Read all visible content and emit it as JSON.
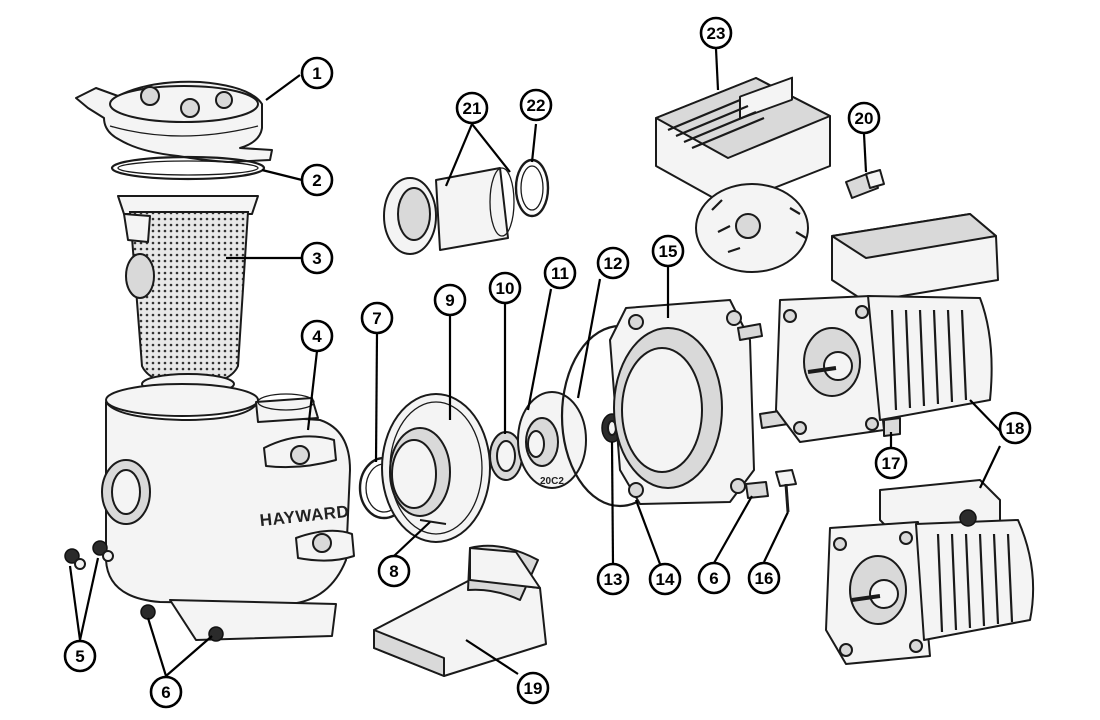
{
  "diagram": {
    "brand_text": "HAYWARD",
    "impeller_mark": "20C2",
    "callouts": [
      {
        "number": "1"
      },
      {
        "number": "2"
      },
      {
        "number": "3"
      },
      {
        "number": "4"
      },
      {
        "number": "5"
      },
      {
        "number": "6"
      },
      {
        "number": "7"
      },
      {
        "number": "8"
      },
      {
        "number": "9"
      },
      {
        "number": "10"
      },
      {
        "number": "11"
      },
      {
        "number": "12"
      },
      {
        "number": "13"
      },
      {
        "number": "14"
      },
      {
        "number": "15"
      },
      {
        "number": "6"
      },
      {
        "number": "16"
      },
      {
        "number": "17"
      },
      {
        "number": "18"
      },
      {
        "number": "19"
      },
      {
        "number": "20"
      },
      {
        "number": "21"
      },
      {
        "number": "22"
      },
      {
        "number": "23"
      }
    ]
  }
}
